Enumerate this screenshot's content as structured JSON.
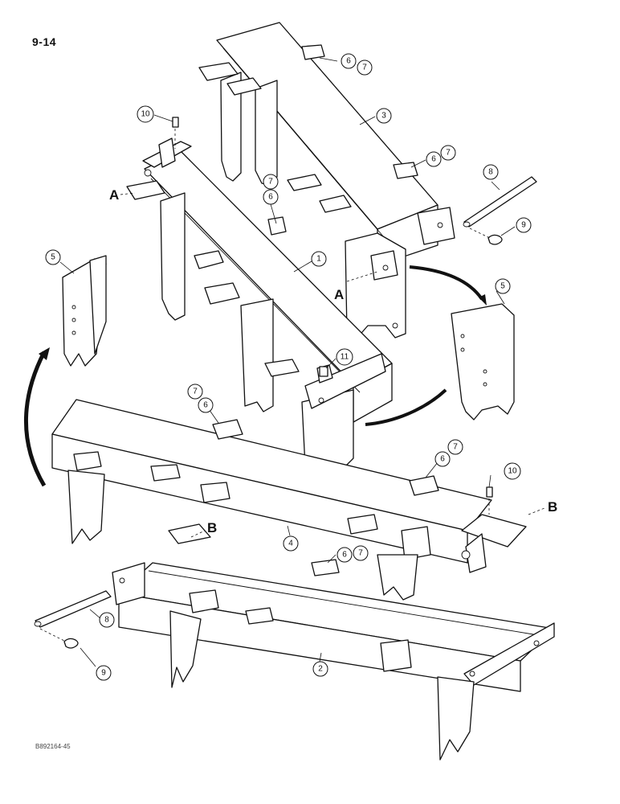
{
  "page_number": "9-14",
  "figure_code": "B892164-45",
  "reference_letters": {
    "a": "A",
    "b": "B"
  },
  "callouts": [
    "1",
    "2",
    "3",
    "4",
    "5",
    "6",
    "7",
    "8",
    "9",
    "10",
    "11"
  ]
}
